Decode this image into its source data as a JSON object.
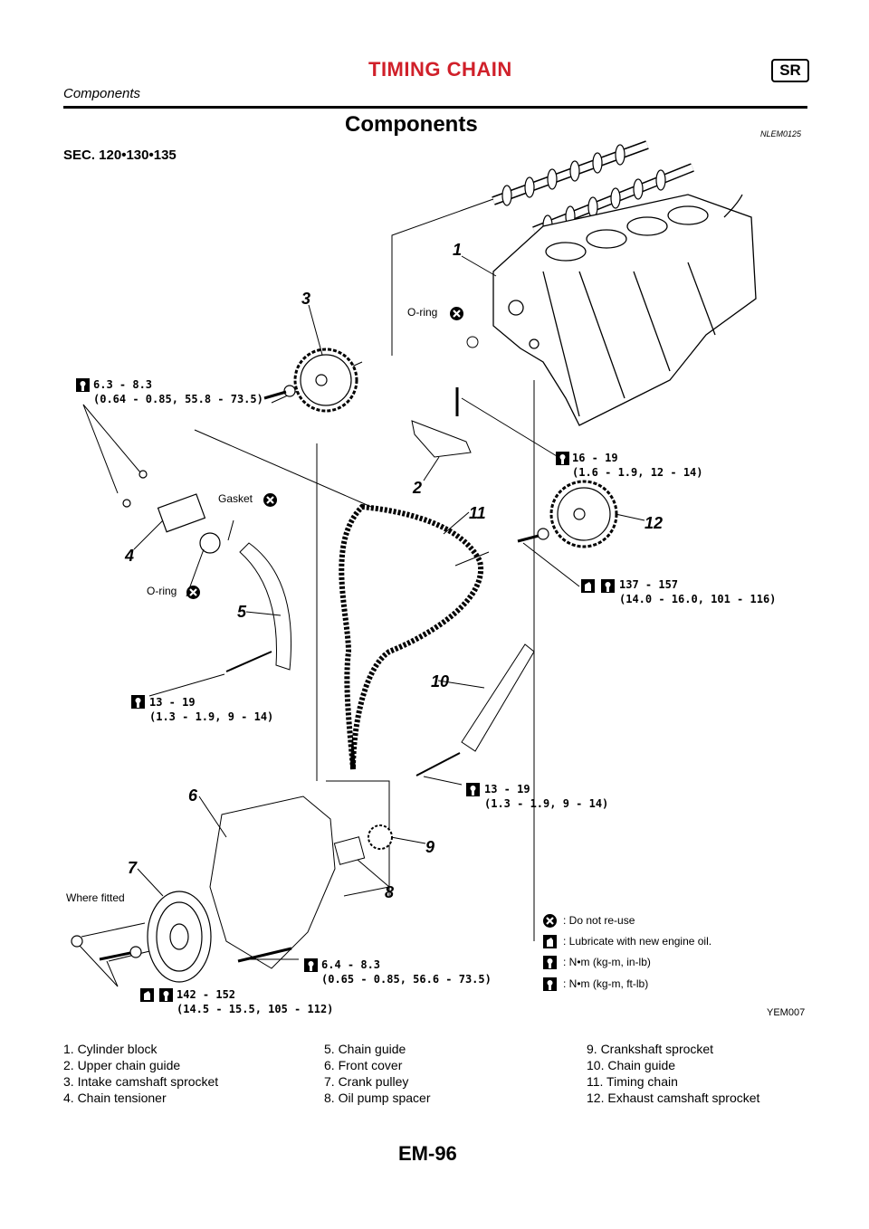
{
  "header": {
    "title": "TIMING CHAIN",
    "badge": "SR",
    "subtitle": "Components"
  },
  "section": {
    "title": "Components",
    "code": "NLEM0125",
    "sec": "SEC. 120•130•135"
  },
  "callouts": [
    "1",
    "2",
    "3",
    "4",
    "5",
    "6",
    "7",
    "8",
    "9",
    "10",
    "11",
    "12"
  ],
  "labels": {
    "oring_top": "O-ring",
    "gasket": "Gasket",
    "oring_left": "O-ring",
    "where_fitted": "Where fitted",
    "t1": "6.3 - 8.3\n(0.64 - 0.85, 55.8 - 73.5)",
    "t2": "16 - 19\n(1.6 - 1.9, 12 - 14)",
    "t3": "137 - 157\n(14.0 - 16.0, 101 - 116)",
    "t4": "13 - 19\n(1.3 - 1.9, 9 - 14)",
    "t5": "13 - 19\n(1.3 - 1.9, 9 - 14)",
    "t6": "6.4 - 8.3\n(0.65 - 0.85, 56.6 - 73.5)",
    "t7": "142 - 152\n(14.5 - 15.5, 105 - 112)"
  },
  "legend": [
    ": Do not re-use",
    ": Lubricate with new engine oil.",
    ": N•m (kg-m, in-lb)",
    ": N•m (kg-m, ft-lb)"
  ],
  "figure_code": "YEM007",
  "parts": {
    "col1": [
      "1. Cylinder block",
      "2. Upper chain guide",
      "3. Intake camshaft sprocket",
      "4. Chain tensioner"
    ],
    "col2": [
      "5. Chain guide",
      "6. Front cover",
      "7. Crank pulley",
      "8. Oil pump spacer"
    ],
    "col3": [
      "9. Crankshaft sprocket",
      "10. Chain guide",
      "11. Timing chain",
      "12. Exhaust camshaft sprocket"
    ]
  },
  "page_number": "EM-96"
}
